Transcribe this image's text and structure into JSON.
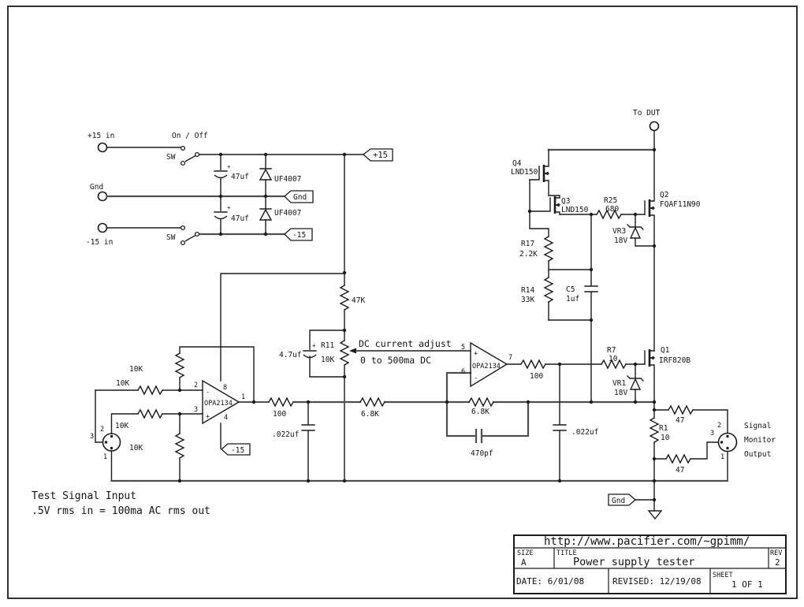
{
  "power": {
    "in_pos": "+15 in",
    "in_gnd": "Gnd",
    "in_neg": "-15 in",
    "on_off": "On / Off",
    "sw": "SW",
    "cap_val": "47uf",
    "diode_part": "UF4007",
    "plus": "+",
    "flag_p15": "+15",
    "flag_gnd": "Gnd",
    "flag_n15": "-15"
  },
  "bias": {
    "r47k": "47K",
    "r11_ref": "R11",
    "r11_val": "10K",
    "cap_val": "4.7uf",
    "plus": "+",
    "note1": "DC current adjust",
    "note2": "0 to 500ma DC"
  },
  "amp1": {
    "name": "OPA2134",
    "p2": "2",
    "p3": "3",
    "p8": "8",
    "p4": "4",
    "p1": "1",
    "plus": "+",
    "minus": "-",
    "r_fb": "10K",
    "r_in1": "10K",
    "r_in2": "10K",
    "r_gnd": "10K",
    "flag_n15": "-15"
  },
  "conn_in": {
    "p1": "1",
    "p2": "2",
    "p3": "3"
  },
  "path": {
    "r100_1": "100",
    "c022_1": ".022uf",
    "r68_1": "6.8K",
    "r68_2": "6.8K",
    "c470": "470pf",
    "c022_2": ".022uf",
    "r100_2": "100"
  },
  "amp2": {
    "name": "OPA2134",
    "p5": "5",
    "p6": "6",
    "p7": "7",
    "plus": "+",
    "minus": "-"
  },
  "out": {
    "to_dut": "To DUT",
    "q4_ref": "Q4",
    "q4_part": "LND150",
    "q3_ref": "Q3",
    "q3_part": "LND150",
    "r25_ref": "R25",
    "r25_val": "680",
    "q2_ref": "Q2",
    "q2_part": "FQAF11N90",
    "vr3_ref": "VR3",
    "vr3_val": "18V",
    "r17_ref": "R17",
    "r17_val": "2.2K",
    "r14_ref": "R14",
    "r14_val": "33K",
    "c5_ref": "C5",
    "c5_val": "1uf",
    "r7_ref": "R7",
    "r7_val": "10",
    "vr1_ref": "VR1",
    "vr1_val": "18V",
    "q1_ref": "Q1",
    "q1_part": "IRF820B",
    "r1_ref": "R1",
    "r1_val": "10",
    "r47_top": "47",
    "r47_bot": "47",
    "flag_gnd": "Gnd",
    "mon1": "Signal",
    "mon2": "Monitor",
    "mon3": "Output"
  },
  "conn_out": {
    "p1": "1",
    "p2": "2",
    "p3": "3"
  },
  "notes": {
    "line1": "Test Signal Input",
    "line2": ".5V rms in = 100ma AC rms out"
  },
  "titleblock": {
    "url": "http://www.pacifier.com/~gpimm/",
    "size_label": "SIZE",
    "size_val": "A",
    "title_label": "TITLE",
    "title_val": "Power supply tester",
    "rev_label": "REV",
    "rev_val": "2",
    "date": "DATE: 6/01/08",
    "revised": "REVISED: 12/19/08",
    "sheet_label": "SHEET",
    "sheet_val": "1 OF 1"
  }
}
